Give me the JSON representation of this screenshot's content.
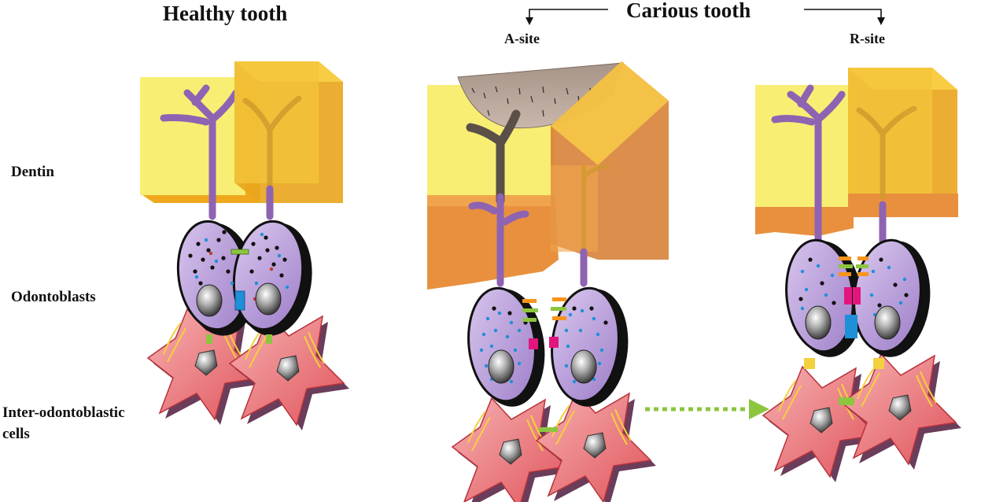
{
  "titles": {
    "healthy": "Healthy tooth",
    "carious": "Carious tooth"
  },
  "sites": {
    "a_site": "A-site",
    "r_site": "R-site"
  },
  "row_labels": {
    "dentin": "Dentin",
    "odontoblasts": "Odontoblasts",
    "inter_line1": "Inter-odontoblastic",
    "inter_line2": "cells"
  },
  "colors": {
    "dentin_yellow": "#f7e85c",
    "dentin_gold": "#f2b81c",
    "dentin_orange": "#e9903e",
    "odontoblast_purple": "#b79ad8",
    "process_purple": "#8e63b2",
    "fibroblast_pink": "#ee7d80",
    "junction_green": "#8dc53f",
    "gap_junction_blue": "#1f8fd8",
    "channel_magenta": "#e2157f",
    "channel_orange": "#f7941d",
    "arrow_green": "#8dc53f"
  }
}
